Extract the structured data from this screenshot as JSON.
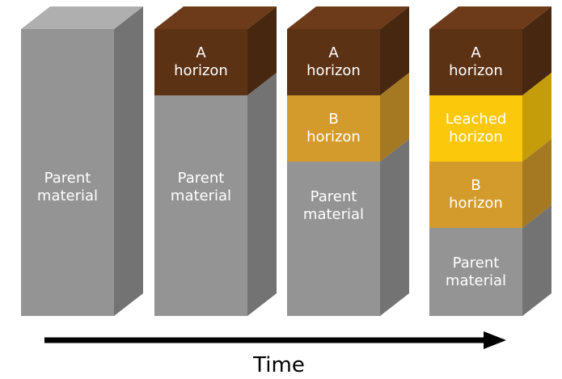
{
  "colors": {
    "parent": "#949494",
    "a_horizon": "#5c3215",
    "b_horizon": "#d39b2c",
    "leached": "#fcc80c",
    "arrow": "#000000"
  },
  "columns": [
    {
      "layers": [
        {
          "type": "parent",
          "label": "Parent\nmaterial"
        }
      ]
    },
    {
      "layers": [
        {
          "type": "a_horizon",
          "label": "A\nhorizon"
        },
        {
          "type": "parent",
          "label": "Parent\nmaterial"
        }
      ]
    },
    {
      "layers": [
        {
          "type": "a_horizon",
          "label": "A\nhorizon"
        },
        {
          "type": "b_horizon",
          "label": "B\nhorizon"
        },
        {
          "type": "parent",
          "label": "Parent\nmaterial"
        }
      ]
    },
    {
      "layers": [
        {
          "type": "a_horizon",
          "label": "A\nhorizon"
        },
        {
          "type": "leached",
          "label": "Leached\nhorizon"
        },
        {
          "type": "b_horizon",
          "label": "B\nhorizon"
        },
        {
          "type": "parent",
          "label": "Parent\nmaterial"
        }
      ]
    }
  ],
  "time_label": "Time"
}
